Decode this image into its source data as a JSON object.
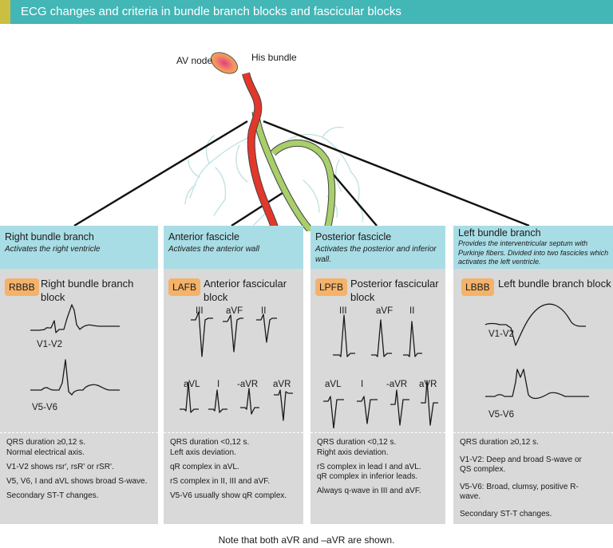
{
  "header": {
    "title": "ECG changes and criteria in bundle branch blocks and fascicular blocks"
  },
  "anatomy": {
    "av_node_label": "AV node",
    "his_bundle_label": "His bundle"
  },
  "columns": [
    {
      "title": "Right bundle branch",
      "subtitle": "Activates the right ventricle",
      "badge": "RBBB",
      "block_name_line1": "Right bundle branch",
      "block_name_line2": "block",
      "leads": [
        "V1-V2",
        "V5-V6"
      ],
      "criteria": [
        "QRS duration ≥0,12 s.",
        "Normal electrical axis.",
        "V1-V2 shows rsr', rsR' or rSR'.",
        "V5, V6, I and aVL shows broad S-wave.",
        "Secondary ST-T changes."
      ]
    },
    {
      "title": "Anterior fascicle",
      "subtitle": "Activates the anterior wall",
      "badge": "LAFB",
      "block_name_line1": "Anterior fascicular",
      "block_name_line2": "block",
      "leads": [
        "III",
        "aVF",
        "II",
        "aVL",
        "I",
        "-aVR",
        "aVR"
      ],
      "criteria": [
        "QRS duration <0,12 s.",
        "Left axis deviation.",
        "qR complex in aVL.",
        "rS complex in II, III and aVF.",
        "V5-V6  usually show qR complex."
      ]
    },
    {
      "title": "Posterior fascicle",
      "subtitle": "Activates the posterior and inferior wall.",
      "badge": "LPFB",
      "block_name_line1": "Posterior fascicular",
      "block_name_line2": "block",
      "leads": [
        "III",
        "aVF",
        "II",
        "aVL",
        "I",
        "-aVR",
        "aVR"
      ],
      "criteria": [
        "QRS duration <0,12 s.",
        "Right axis deviation.",
        "rS complex in lead I and aVL.",
        "qR complex in inferior leads.",
        "Always q-wave in III and aVF."
      ]
    },
    {
      "title": "Left bundle branch",
      "subtitle": "Provides the interventricular septum with Purkinje fibers. Divided into two fascicles which activates the left ventricle.",
      "badge": "LBBB",
      "block_name_line1": "Left bundle branch block",
      "block_name_line2": "",
      "leads": [
        "V1-V2",
        "V5-V6"
      ],
      "criteria": [
        "QRS duration ≥0,12 s.",
        "V1-V2: Deep and broad S-wave or QS complex.",
        "V5-V6: Broad, clumsy, positive R-wave.",
        "Secondary ST-T changes."
      ]
    }
  ],
  "footer": {
    "note": "Note that both aVR and –aVR are shown."
  },
  "colors": {
    "header": "#43b6b6",
    "header_accent": "#cbbf43",
    "column_header": "#a9dde6",
    "column_body": "#d9d9d9",
    "badge": "#f4b26a",
    "right_bundle": "#e2372a",
    "left_bundle": "#a8cf6a",
    "purkinje": "#bfe0e0"
  }
}
